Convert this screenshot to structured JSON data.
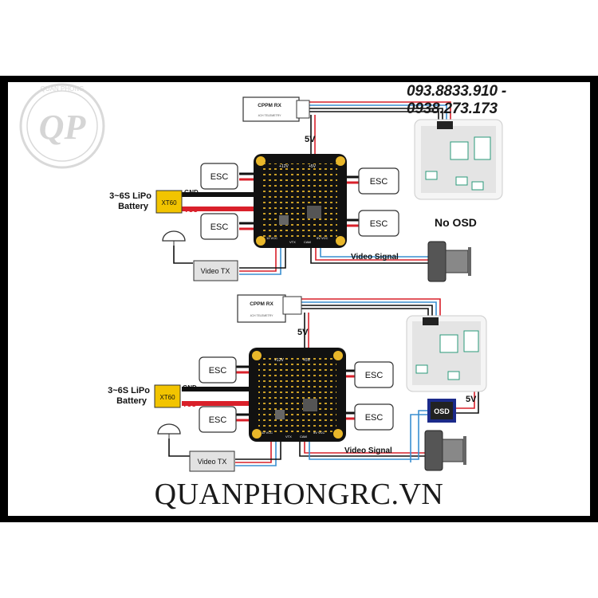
{
  "header": {
    "phone": "093.8833.910 - 0938.273.173"
  },
  "watermark": {
    "logo_text": "QP",
    "ring_text": "QUÂN PHONG"
  },
  "footer": {
    "website": "QUANPHONGRC.VN"
  },
  "diagram_top": {
    "rx_title": "CPPM RX",
    "rx_sub": "4CH TELEMETRY",
    "five_v": "5V",
    "esc_tl": "ESC",
    "esc_bl": "ESC",
    "esc_tr": "ESC",
    "esc_br": "ESC",
    "battery_line1": "3~6S LiPo",
    "battery_line2": "Battery",
    "connector": "XT60",
    "gnd": "GND",
    "vcc": "VCC",
    "video_tx": "Video TX",
    "video_signal": "Video Signal",
    "caption": "No OSD",
    "pdb_12v": "+12V",
    "pdb_5v": "+5V",
    "pdb_12v_bottom": "12 VCC",
    "pdb_5v_bottom": "5V VCC",
    "pdb_vtx": "VTX",
    "pdb_cam": "CAM"
  },
  "diagram_bottom": {
    "rx_title": "CPPM RX",
    "rx_sub": "4CH TELEMETRY",
    "five_v": "5V",
    "five_v_osd": "5V",
    "esc_tl": "ESC",
    "esc_bl": "ESC",
    "esc_tr": "ESC",
    "esc_br": "ESC",
    "battery_line1": "3~6S LiPo",
    "battery_line2": "Battery",
    "connector": "XT60",
    "gnd": "GND",
    "vcc": "VCC",
    "video_tx": "Video TX",
    "video_signal": "Video Signal",
    "osd": "OSD",
    "pdb_12v": "+12V",
    "pdb_5v": "+5V",
    "pdb_12v_bottom": "12 VCC",
    "pdb_5v_bottom": "5V VCC",
    "pdb_vtx": "VTX",
    "pdb_cam": "CAM"
  },
  "colors": {
    "wire_red": "#d9202a",
    "wire_blue": "#3a8fd1",
    "wire_black": "#111111",
    "pdb_gold": "#e9b72a",
    "osd_blue": "#1b2a8a"
  }
}
